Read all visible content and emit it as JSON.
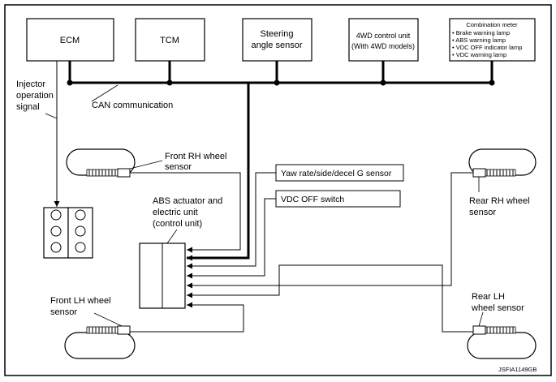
{
  "ecu_boxes": {
    "ecm": "ECM",
    "tcm": "TCM",
    "steering": [
      "Steering",
      "angle sensor"
    ],
    "fourwd": [
      "4WD control unit",
      "(With 4WD models)"
    ],
    "meter": {
      "title": "Combination meter",
      "items": [
        "• Brake warning lamp",
        "• ABS warning lamp",
        "• VDC OFF indicator lamp",
        "• VDC warning lamp"
      ]
    }
  },
  "labels": {
    "injector": [
      "Injector",
      "operation",
      "signal"
    ],
    "can": "CAN communication",
    "front_rh": [
      "Front RH wheel",
      "sensor"
    ],
    "front_lh": [
      "Front LH wheel",
      "sensor"
    ],
    "rear_rh": [
      "Rear RH wheel",
      "sensor"
    ],
    "rear_lh": [
      "Rear LH",
      "wheel sensor"
    ],
    "yaw": "Yaw rate/side/decel G sensor",
    "vdc_switch": "VDC OFF switch",
    "abs": [
      "ABS actuator and",
      "electric unit",
      "(control unit)"
    ],
    "figure_id": "JSFIA1149GB"
  }
}
